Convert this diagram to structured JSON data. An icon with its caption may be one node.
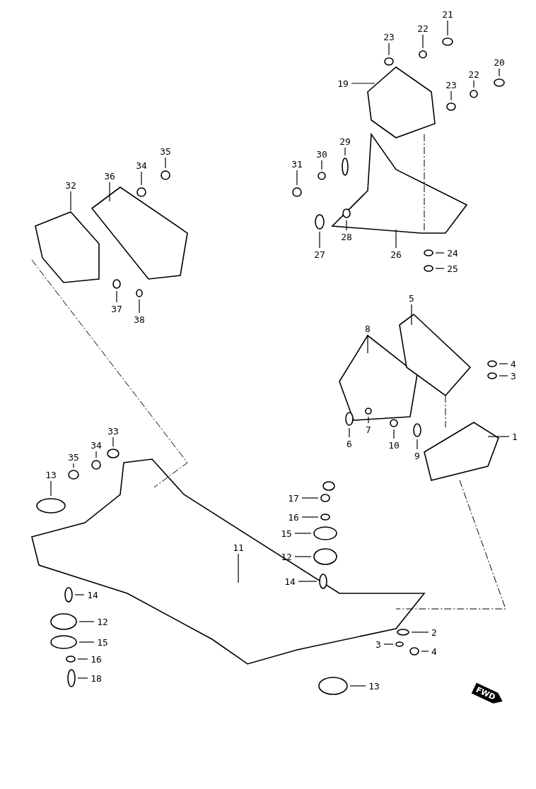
{
  "diagram": {
    "nodes": [
      {
        "text": [
          "21"
        ]
      },
      {
        "text": [
          "23"
        ]
      },
      {
        "text": [
          "22"
        ]
      },
      {
        "text": [
          "19"
        ]
      },
      {
        "text": [
          "20"
        ]
      },
      {
        "text": [
          "23"
        ]
      },
      {
        "text": [
          "22"
        ]
      },
      {
        "text": [
          "29"
        ]
      },
      {
        "text": [
          "30"
        ]
      },
      {
        "text": [
          "31"
        ]
      },
      {
        "text": [
          "28"
        ]
      },
      {
        "text": [
          "27"
        ]
      },
      {
        "text": [
          "26"
        ]
      },
      {
        "text": [
          "24"
        ]
      },
      {
        "text": [
          "25"
        ]
      },
      {
        "text": [
          "35"
        ]
      },
      {
        "text": [
          "34"
        ]
      },
      {
        "text": [
          "36"
        ]
      },
      {
        "text": [
          "32"
        ]
      },
      {
        "text": [
          "37"
        ]
      },
      {
        "text": [
          "38"
        ]
      },
      {
        "text": [
          "5"
        ]
      },
      {
        "text": [
          "8"
        ]
      },
      {
        "text": [
          "4"
        ]
      },
      {
        "text": [
          "3"
        ]
      },
      {
        "text": [
          "1"
        ]
      },
      {
        "text": [
          "6"
        ]
      },
      {
        "text": [
          "7"
        ]
      },
      {
        "text": [
          "10"
        ]
      },
      {
        "text": [
          "9"
        ]
      },
      {
        "text": [
          "33"
        ]
      },
      {
        "text": [
          "34"
        ]
      },
      {
        "text": [
          "35"
        ]
      },
      {
        "text": [
          "13"
        ]
      },
      {
        "text": [
          "11"
        ]
      },
      {
        "text": [
          "17"
        ]
      },
      {
        "text": [
          "16"
        ]
      },
      {
        "text": [
          "15"
        ]
      },
      {
        "text": [
          "12"
        ]
      },
      {
        "text": [
          "14"
        ]
      },
      {
        "text": [
          "14"
        ]
      },
      {
        "text": [
          "12"
        ]
      },
      {
        "text": [
          "15"
        ]
      },
      {
        "text": [
          "16"
        ]
      },
      {
        "text": [
          "18"
        ]
      },
      {
        "text": [
          "2"
        ]
      },
      {
        "text": [
          "3"
        ]
      },
      {
        "text": [
          "4"
        ]
      },
      {
        "text": [
          "13"
        ]
      }
    ],
    "edges": [
      {
        "from": 0,
        "to": null,
        "arrow": "none"
      },
      {
        "from": 1,
        "to": null,
        "arrow": "none"
      },
      {
        "from": 2,
        "to": null,
        "arrow": "none"
      },
      {
        "from": 3,
        "to": null,
        "arrow": "none"
      },
      {
        "from": 4,
        "to": null,
        "arrow": "none"
      },
      {
        "from": 5,
        "to": null,
        "arrow": "none"
      },
      {
        "from": 6,
        "to": null,
        "arrow": "none"
      },
      {
        "from": 7,
        "to": null,
        "arrow": "none"
      },
      {
        "from": 8,
        "to": null,
        "arrow": "none"
      },
      {
        "from": 9,
        "to": null,
        "arrow": "none"
      },
      {
        "from": 10,
        "to": null,
        "arrow": "none"
      },
      {
        "from": 11,
        "to": null,
        "arrow": "none"
      },
      {
        "from": 12,
        "to": null,
        "arrow": "none"
      },
      {
        "from": 13,
        "to": null,
        "arrow": "none"
      },
      {
        "from": 14,
        "to": null,
        "arrow": "none"
      },
      {
        "from": 15,
        "to": null,
        "arrow": "none"
      },
      {
        "from": 16,
        "to": null,
        "arrow": "none"
      },
      {
        "from": 17,
        "to": null,
        "arrow": "none"
      },
      {
        "from": 18,
        "to": null,
        "arrow": "none"
      },
      {
        "from": 19,
        "to": null,
        "arrow": "none"
      },
      {
        "from": 20,
        "to": null,
        "arrow": "none"
      },
      {
        "from": 21,
        "to": null,
        "arrow": "none"
      },
      {
        "from": 22,
        "to": null,
        "arrow": "none"
      },
      {
        "from": 23,
        "to": null,
        "arrow": "none"
      },
      {
        "from": 24,
        "to": null,
        "arrow": "none"
      },
      {
        "from": 25,
        "to": null,
        "arrow": "none"
      },
      {
        "from": 26,
        "to": null,
        "arrow": "none"
      },
      {
        "from": 27,
        "to": null,
        "arrow": "none"
      },
      {
        "from": 28,
        "to": null,
        "arrow": "none"
      },
      {
        "from": 29,
        "to": null,
        "arrow": "none"
      },
      {
        "from": 30,
        "to": null,
        "arrow": "none"
      },
      {
        "from": 31,
        "to": null,
        "arrow": "none"
      },
      {
        "from": 32,
        "to": null,
        "arrow": "none"
      },
      {
        "from": 33,
        "to": null,
        "arrow": "none"
      },
      {
        "from": 34,
        "to": null,
        "arrow": "none"
      },
      {
        "from": 35,
        "to": null,
        "arrow": "none"
      },
      {
        "from": 36,
        "to": null,
        "arrow": "none"
      },
      {
        "from": 37,
        "to": null,
        "arrow": "none"
      },
      {
        "from": 38,
        "to": null,
        "arrow": "none"
      },
      {
        "from": 39,
        "to": null,
        "arrow": "none"
      },
      {
        "from": 40,
        "to": null,
        "arrow": "none"
      },
      {
        "from": 41,
        "to": null,
        "arrow": "none"
      },
      {
        "from": 42,
        "to": null,
        "arrow": "none"
      },
      {
        "from": 43,
        "to": null,
        "arrow": "none"
      },
      {
        "from": 44,
        "to": null,
        "arrow": "none"
      },
      {
        "from": 45,
        "to": null,
        "arrow": "none"
      },
      {
        "from": 46,
        "to": null,
        "arrow": "none"
      },
      {
        "from": 47,
        "to": null,
        "arrow": "none"
      },
      {
        "from": 48,
        "to": null,
        "arrow": "none"
      }
    ],
    "labels": [
      "FWD"
    ]
  }
}
